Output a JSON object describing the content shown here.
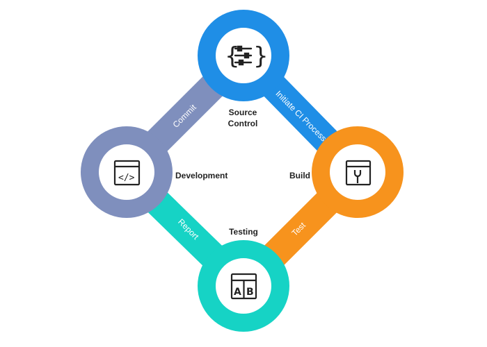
{
  "diagram": {
    "nodes": {
      "source_control": {
        "label_line1": "Source",
        "label_line2": "Control",
        "color": "#1f8ee6",
        "icon": "sliders-icon"
      },
      "build": {
        "label": "Build",
        "color": "#f7931d",
        "icon": "wrench-window-icon"
      },
      "testing": {
        "label": "Testing",
        "color": "#16d3c5",
        "icon": "ab-test-icon"
      },
      "development": {
        "label": "Development",
        "color": "#7f8fbd",
        "icon": "code-window-icon"
      }
    },
    "connectors": {
      "commit": {
        "label": "Commit",
        "color": "#7f8fbd"
      },
      "initiate": {
        "label": "Initiate CI Process",
        "color": "#1f8ee6"
      },
      "test": {
        "label": "Test",
        "color": "#f7931d"
      },
      "report": {
        "label": "Report",
        "color": "#16d3c5"
      }
    },
    "icon_glyphs": {
      "sliders_left_brace": "{",
      "sliders_right_brace": "}",
      "ab_left": "A",
      "ab_right": "B",
      "code": "</>"
    }
  }
}
